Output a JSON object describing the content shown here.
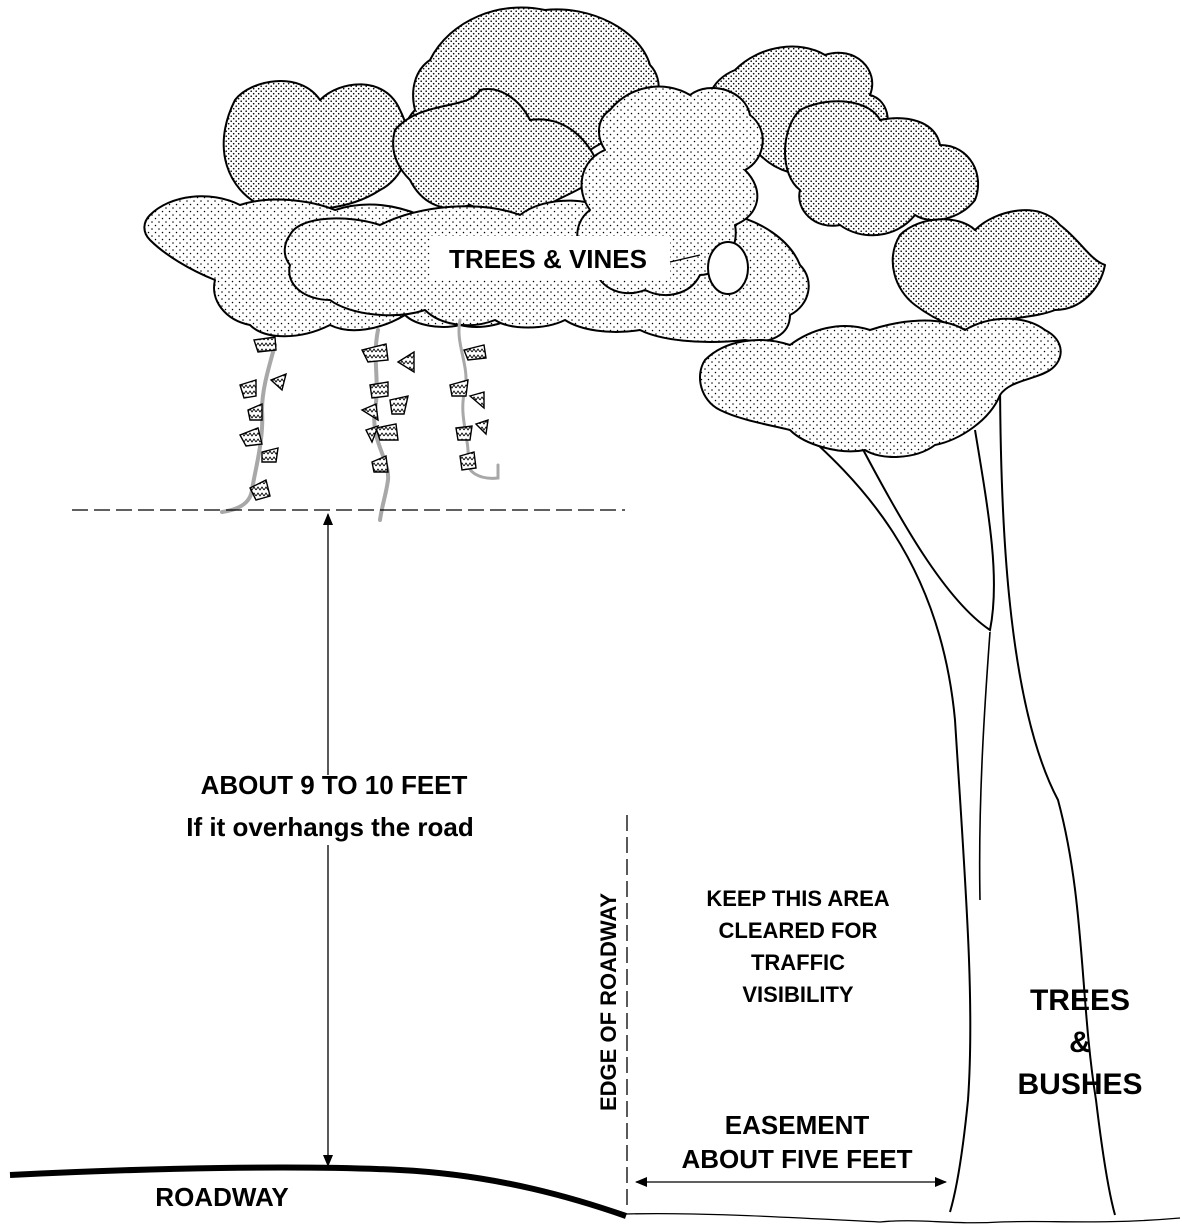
{
  "labels": {
    "canopy": "TREES & VINES",
    "clearance_line1": "ABOUT 9 TO 10 FEET",
    "clearance_line2": "If it overhangs the road",
    "edge": "EDGE OF ROADWAY",
    "keep_line1": "KEEP THIS AREA",
    "keep_line2": "CLEARED FOR",
    "keep_line3": "TRAFFIC",
    "keep_line4": "VISIBILITY",
    "trees_line1": "TREES",
    "trees_line2": "&",
    "trees_line3": "BUSHES",
    "easement_line1": "EASEMENT",
    "easement_line2": "ABOUT FIVE FEET",
    "roadway": "ROADWAY"
  },
  "colors": {
    "line": "#000000",
    "vine": "#a8a8a8",
    "stipple": "#000000",
    "background": "#ffffff"
  },
  "icons": {
    "leaf": "leaf-icon",
    "arrow": "arrow-head-icon"
  }
}
